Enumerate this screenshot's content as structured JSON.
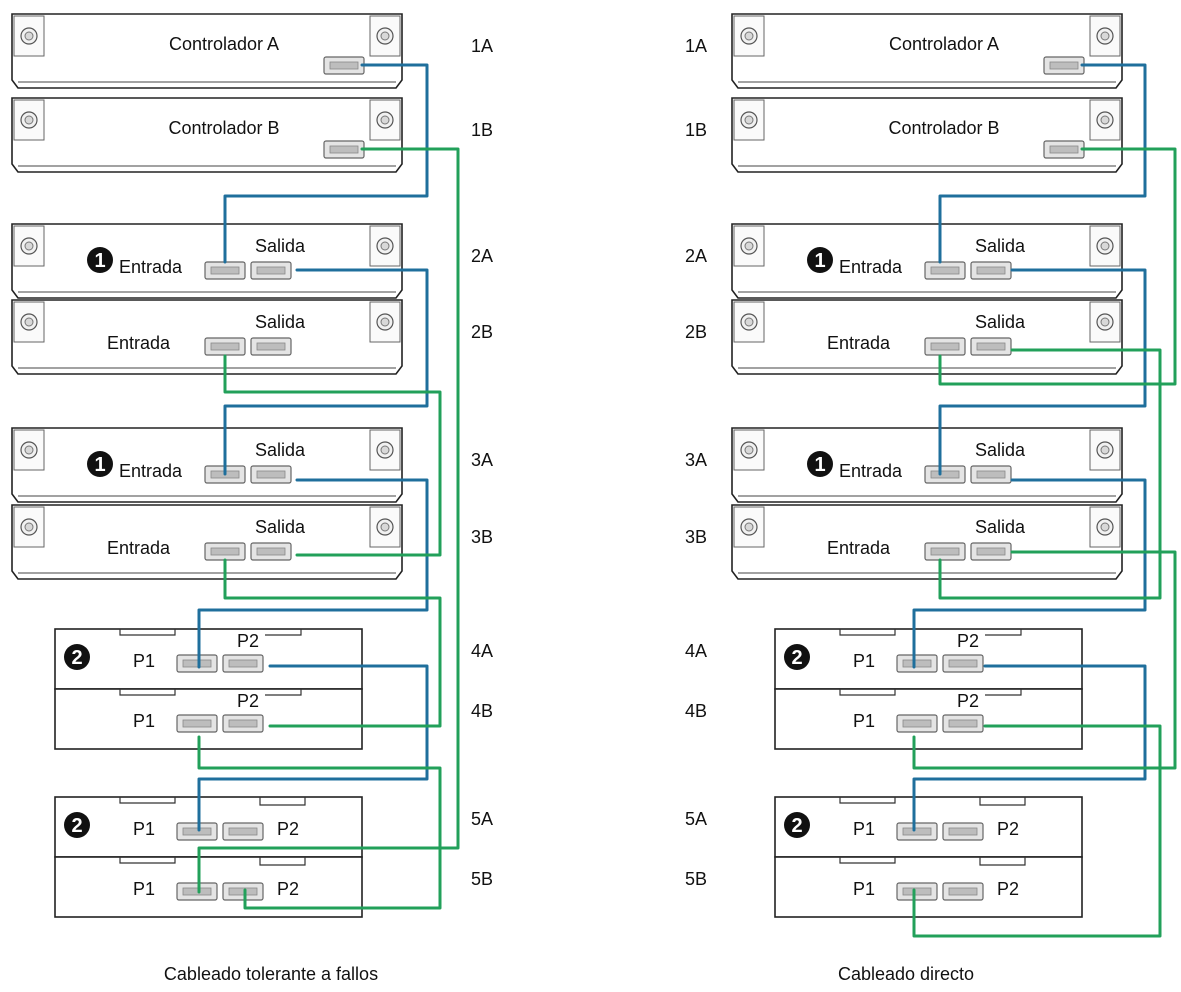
{
  "diagrams": [
    {
      "id": "fault-tolerant",
      "caption": "Cableado tolerante a fallos",
      "trays": [
        {
          "label": "1A",
          "kind": "controller",
          "title": "Controlador A"
        },
        {
          "label": "1B",
          "kind": "controller",
          "title": "Controlador B"
        },
        {
          "label": "2A",
          "kind": "expansion",
          "badge": "1",
          "in_label": "Entrada",
          "out_label": "Salida"
        },
        {
          "label": "2B",
          "kind": "expansion",
          "in_label": "Entrada",
          "out_label": "Salida"
        },
        {
          "label": "3A",
          "kind": "expansion",
          "badge": "1",
          "in_label": "Entrada",
          "out_label": "Salida"
        },
        {
          "label": "3B",
          "kind": "expansion",
          "in_label": "Entrada",
          "out_label": "Salida"
        },
        {
          "label": "4A",
          "kind": "jbod",
          "badge": "2",
          "p1": "P1",
          "p2": "P2"
        },
        {
          "label": "4B",
          "kind": "jbod",
          "p1": "P1",
          "p2": "P2"
        },
        {
          "label": "5A",
          "kind": "jbod",
          "badge": "2",
          "p1": "P1",
          "p2": "P2"
        },
        {
          "label": "5B",
          "kind": "jbod",
          "p1": "P1",
          "p2": "P2"
        }
      ]
    },
    {
      "id": "direct",
      "caption": "Cableado directo",
      "trays": [
        {
          "label": "1A",
          "kind": "controller",
          "title": "Controlador A"
        },
        {
          "label": "1B",
          "kind": "controller",
          "title": "Controlador B"
        },
        {
          "label": "2A",
          "kind": "expansion",
          "badge": "1",
          "in_label": "Entrada",
          "out_label": "Salida"
        },
        {
          "label": "2B",
          "kind": "expansion",
          "in_label": "Entrada",
          "out_label": "Salida"
        },
        {
          "label": "3A",
          "kind": "expansion",
          "badge": "1",
          "in_label": "Entrada",
          "out_label": "Salida"
        },
        {
          "label": "3B",
          "kind": "expansion",
          "in_label": "Entrada",
          "out_label": "Salida"
        },
        {
          "label": "4A",
          "kind": "jbod",
          "badge": "2",
          "p1": "P1",
          "p2": "P2"
        },
        {
          "label": "4B",
          "kind": "jbod",
          "p1": "P1",
          "p2": "P2"
        },
        {
          "label": "5A",
          "kind": "jbod",
          "badge": "2",
          "p1": "P1",
          "p2": "P2"
        },
        {
          "label": "5B",
          "kind": "jbod",
          "p1": "P1",
          "p2": "P2"
        }
      ]
    }
  ],
  "colors": {
    "cable_a": "#1f6f9c",
    "cable_b": "#22a05a",
    "tray_stroke": "#222222",
    "port_fill": "#e4e4e4",
    "badge_fill": "#111111",
    "badge_text": "#ffffff"
  },
  "icons": {
    "screw": "thumbscrew-icon",
    "port": "sas-port-icon",
    "badge": "callout-number-icon"
  }
}
